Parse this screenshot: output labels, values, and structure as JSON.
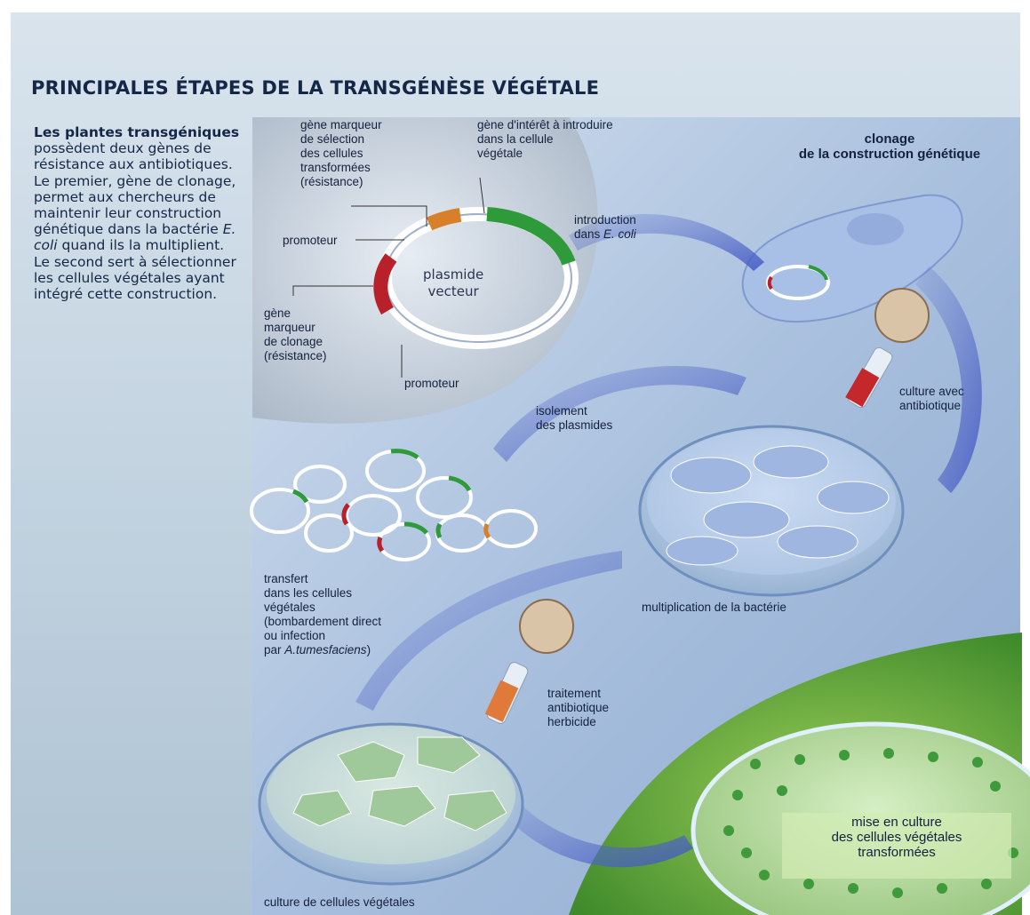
{
  "title": "PRINCIPALES ÉTAPES DE LA TRANSGÉNÈSE VÉGÉTALE",
  "sidebar": {
    "lead": "Les plantes transgéniques",
    "text_1": " possèdent deux gènes de résistance aux antibiotiques. Le premier, gène de clonage, permet aux chercheurs de maintenir leur construction génétique dans la bactérie ",
    "ecoli": "E. coli",
    "text_2": " quand ils la multiplient. Le second sert à sélectionner les cellules végétales ayant intégré cette construction."
  },
  "labels": {
    "gene_marqueur_selection": "gène marqueur\nde sélection\ndes cellules\ntransformées\n(résistance)",
    "gene_interet": "gène d'intérêt à introduire\ndans la cellule\nvégétale",
    "promoteur_top": "promoteur",
    "plasmide_vecteur": "plasmide\nvecteur",
    "gene_marqueur_clonage": "gène\nmarqueur\nde clonage\n(résistance)",
    "promoteur_bottom": "promoteur",
    "clonage": "clonage\nde la construction génétique",
    "introduction": "introduction\ndans ",
    "introduction_ecoli": "E. coli",
    "culture_antibiotique": "culture avec\nantibiotique",
    "isolement": "isolement\ndes plasmides",
    "multiplication": "multiplication de la bactérie",
    "transfert": "transfert\ndans les cellules\nvégétales\n(bombardement direct\nou infection\npar ",
    "transfert_species": "A.tumesfaciens",
    "transfert_end": ")",
    "traitement": "traitement\nantibiotique\nherbicide",
    "mise_en_culture": "mise en culture\ndes cellules végétales\ntransformées",
    "culture_cellules": "culture de cellules végétales"
  },
  "colors": {
    "title": "#152747",
    "marker_orange": "#d87f2a",
    "marker_green": "#2e9a3a",
    "marker_red": "#b8202a",
    "panel_blue": "#a9c0de",
    "plant_green": "#5aa83a"
  }
}
